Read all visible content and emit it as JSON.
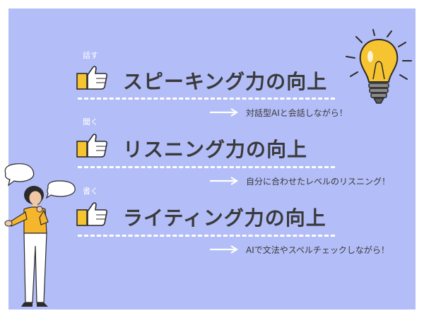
{
  "sections": [
    {
      "small": "話す",
      "title": "スピーキング力の向上",
      "sub": "対話型AIと会話しながら！"
    },
    {
      "small": "聞く",
      "title": "リスニング力の向上",
      "sub": "自分に合わせたレベルのリスニング！"
    },
    {
      "small": "書く",
      "title": "ライティング力の向上",
      "sub": "AIで文法やスペルチェックしながら！"
    }
  ],
  "colors": {
    "background": "#b3bdf7",
    "heading_text": "#3a3a3a",
    "accent_yellow": "#f5c430",
    "white": "#ffffff"
  },
  "icons": {
    "bullet": "thumbs-up-icon",
    "arrow": "right-arrow-icon",
    "decor": [
      "light-bulb-icon",
      "speech-bubble-icon"
    ]
  }
}
